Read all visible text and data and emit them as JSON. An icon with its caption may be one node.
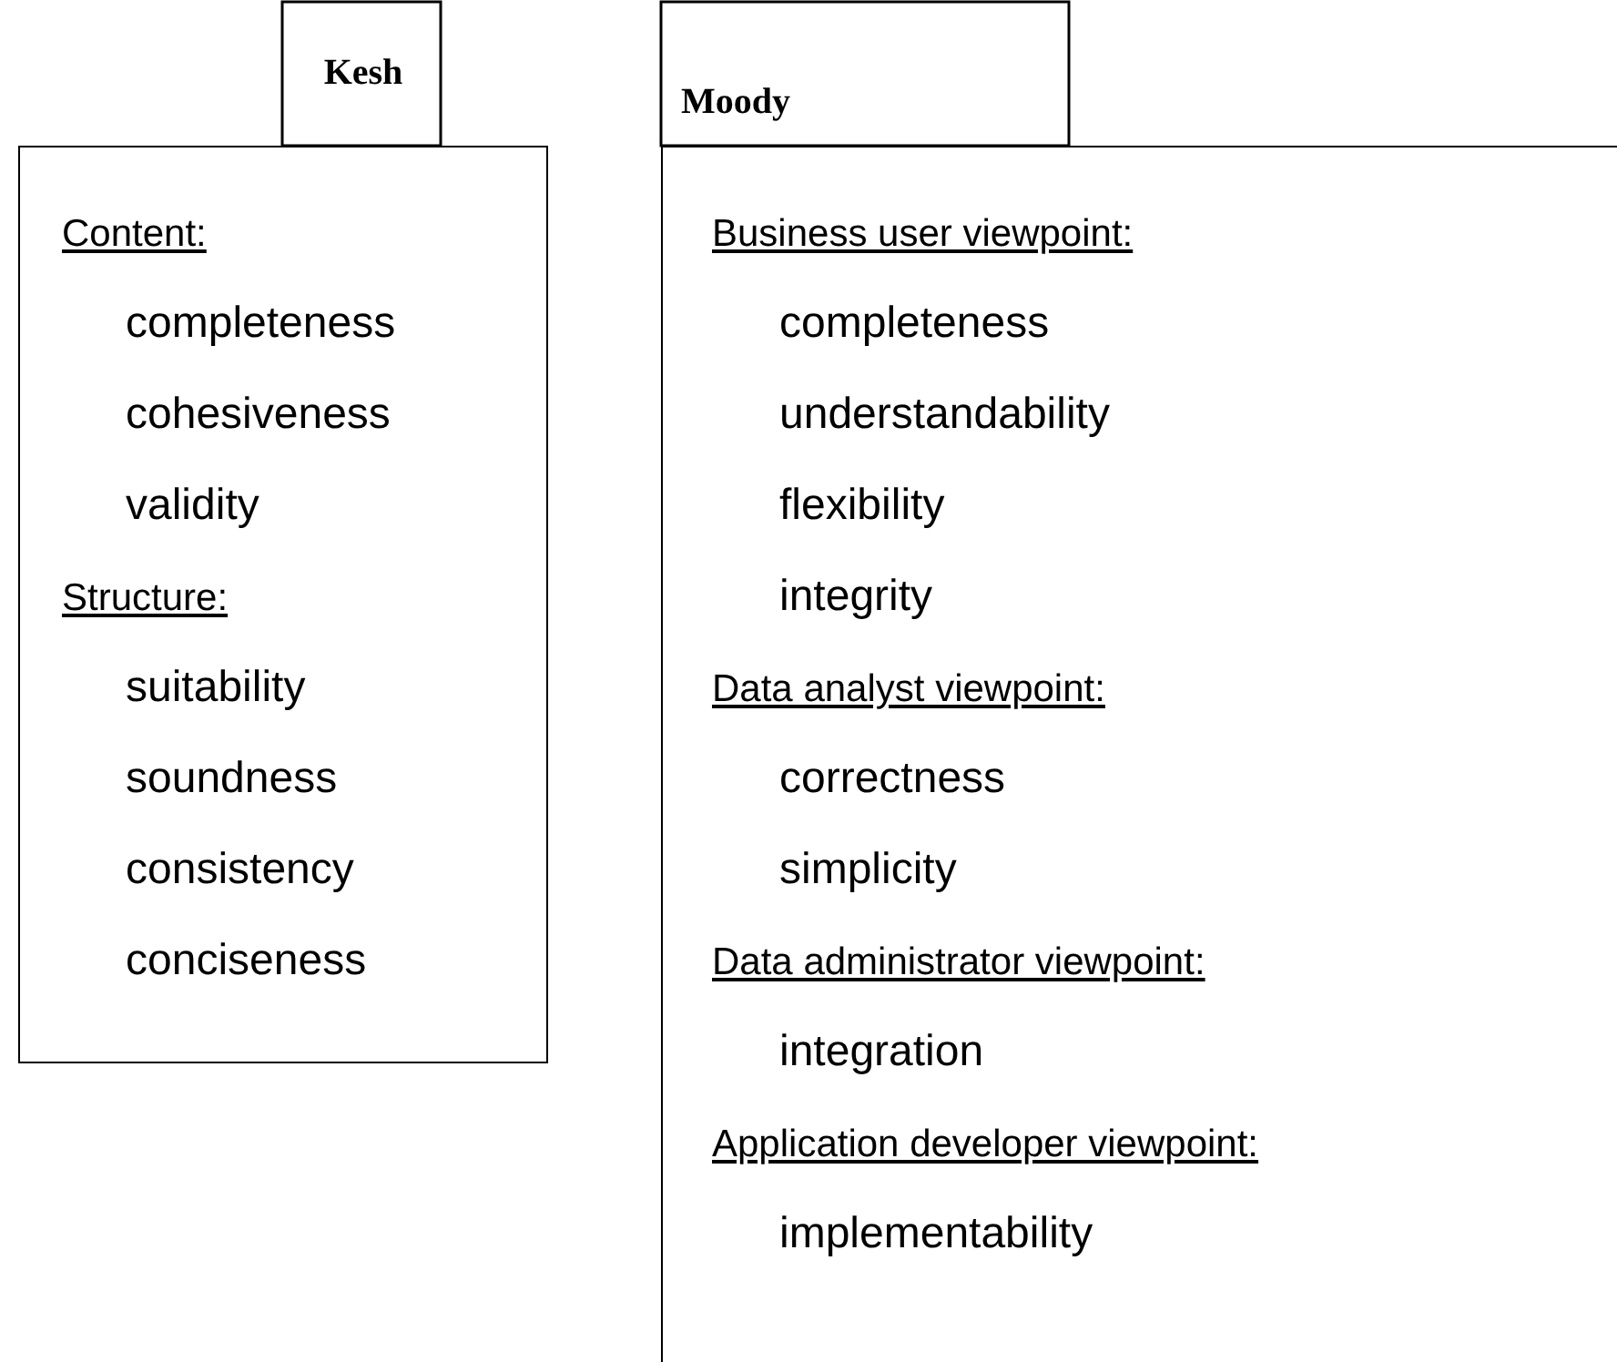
{
  "diagram": {
    "nodes": [
      {
        "text": [
          "Kesh"
        ]
      },
      {
        "text": [
          "Content:",
          "completeness",
          "cohesiveness",
          "validity"
        ],
        "in": 0
      },
      {
        "text": [
          "Structure:",
          "suitability",
          "soundness",
          "consistency",
          "conciseness"
        ],
        "in": 0
      },
      {
        "text": [
          "Moody"
        ]
      },
      {
        "text": [
          "Business user viewpoint:",
          "completeness",
          "understandability",
          "flexibility",
          "integrity"
        ],
        "in": 3
      },
      {
        "text": [
          "Data analyst viewpoint:",
          "correctness",
          "simplicity"
        ],
        "in": 3
      },
      {
        "text": [
          "Data administrator viewpoint:",
          "integration"
        ],
        "in": 3
      },
      {
        "text": [
          "Application developer viewpoint:",
          "implementability"
        ],
        "in": 3
      }
    ]
  }
}
